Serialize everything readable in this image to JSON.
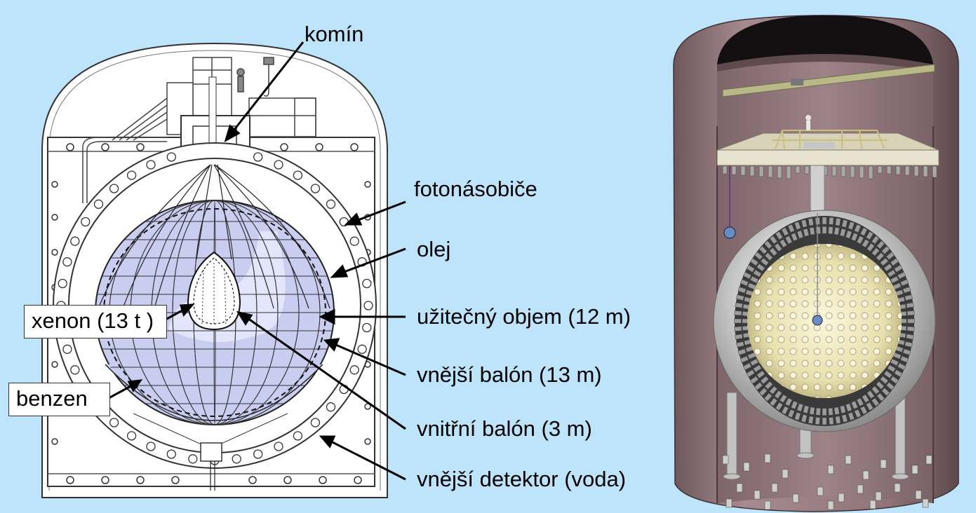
{
  "labels": {
    "komin": "komín",
    "fotonasobice": "fotonásobiče",
    "olej": "olej",
    "uzitecny_objem": "užitečný objem (12 m)",
    "vnejsi_balon": "vnější balón (13 m)",
    "vnitrni_balon": "vnitřní balón (3 m)",
    "vnejsi_detektor": "vnější detektor (voda)",
    "xenon": "xenon (13 t )",
    "benzen": "benzen"
  },
  "colors": {
    "background": "#bde4fb",
    "scintillator": "#c9cdf0",
    "tank_wall": "#8a6f73",
    "sphere": "#c8c8c8",
    "pmt_field": "#efe9c0"
  }
}
